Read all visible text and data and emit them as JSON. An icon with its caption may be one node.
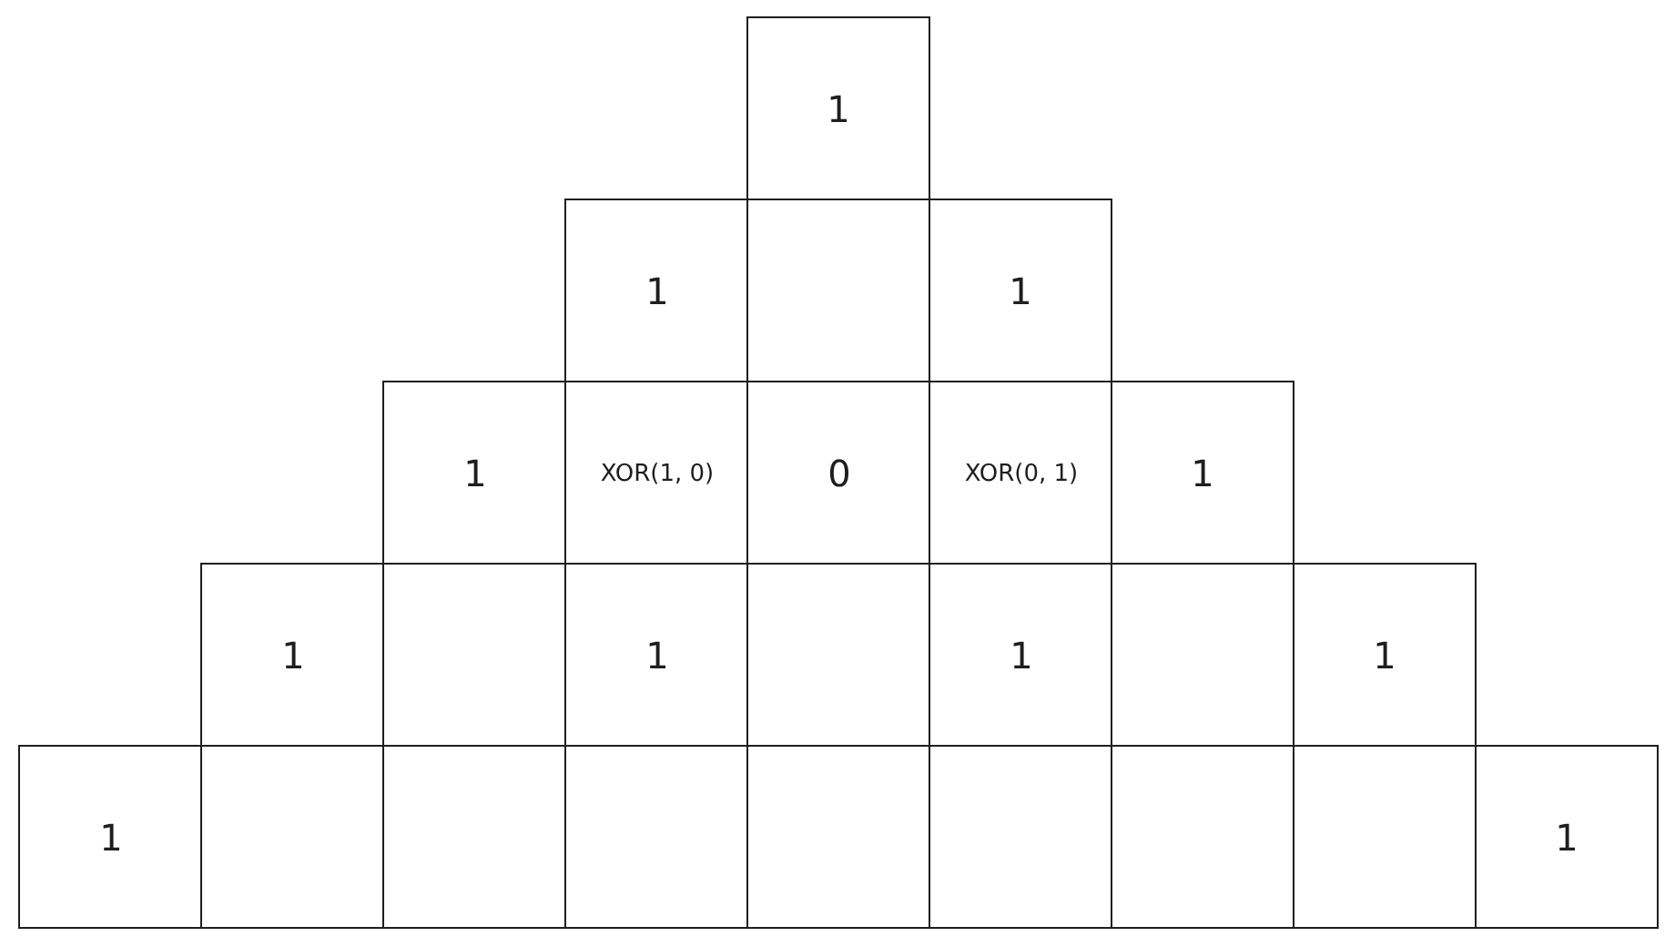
{
  "diagram": {
    "nodes": [
      {
        "text": [
          "1"
        ]
      },
      {
        "text": [
          "1"
        ]
      },
      {
        "text": [],
        "shape": "box"
      },
      {
        "text": [
          "1"
        ]
      },
      {
        "text": [
          "1"
        ]
      },
      {
        "text": [
          "XOR(1, 0)"
        ]
      },
      {
        "text": [
          "0"
        ]
      },
      {
        "text": [
          "XOR(0, 1)"
        ]
      },
      {
        "text": [
          "1"
        ]
      },
      {
        "text": [
          "1"
        ]
      },
      {
        "text": [],
        "shape": "box"
      },
      {
        "text": [
          "1"
        ]
      },
      {
        "text": [],
        "shape": "box"
      },
      {
        "text": [
          "1"
        ]
      },
      {
        "text": [],
        "shape": "box"
      },
      {
        "text": [
          "1"
        ]
      },
      {
        "text": [
          "1"
        ]
      },
      {
        "text": [],
        "shape": "box"
      },
      {
        "text": [],
        "shape": "box"
      },
      {
        "text": [],
        "shape": "box"
      },
      {
        "text": [],
        "shape": "box"
      },
      {
        "text": [],
        "shape": "box"
      },
      {
        "text": [],
        "shape": "box"
      },
      {
        "text": [],
        "shape": "box"
      },
      {
        "text": [
          "1"
        ]
      }
    ]
  }
}
